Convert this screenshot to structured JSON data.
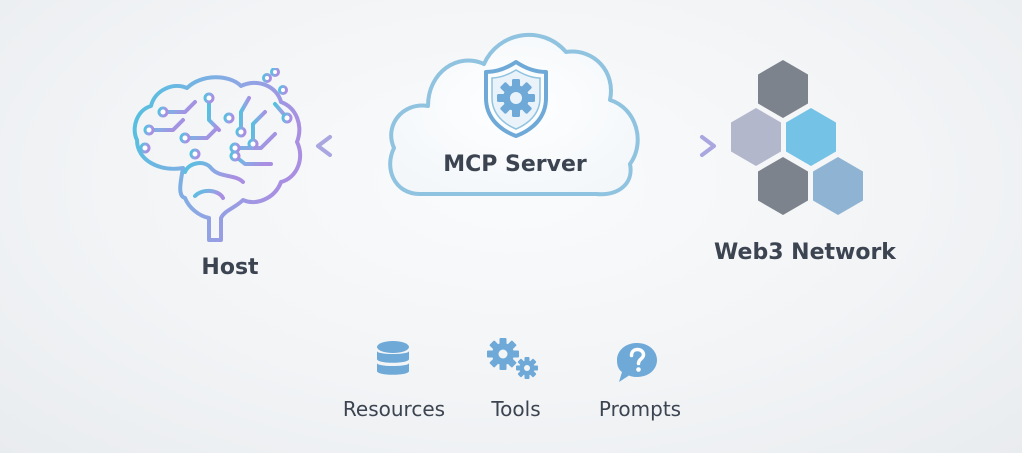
{
  "host": {
    "label": "Host"
  },
  "server": {
    "label": "MCP Server"
  },
  "network": {
    "label": "Web3 Network"
  },
  "capabilities": {
    "resources": "Resources",
    "tools": "Tools",
    "prompts": "Prompts"
  },
  "colors": {
    "cloud_stroke": "#8fc3df",
    "arrow": "#a9a6e0",
    "hex_dark": "#7d838c",
    "hex_blue": "#74c2e6",
    "hex_lavender": "#b3b7cc",
    "hex_steel": "#8fb3d2",
    "icon_blue": "#6ea9d8"
  },
  "icons": [
    "brain-circuit-icon",
    "shield-gear-icon",
    "hexagon-cluster-icon",
    "database-icon",
    "gears-icon",
    "question-bubble-icon"
  ]
}
